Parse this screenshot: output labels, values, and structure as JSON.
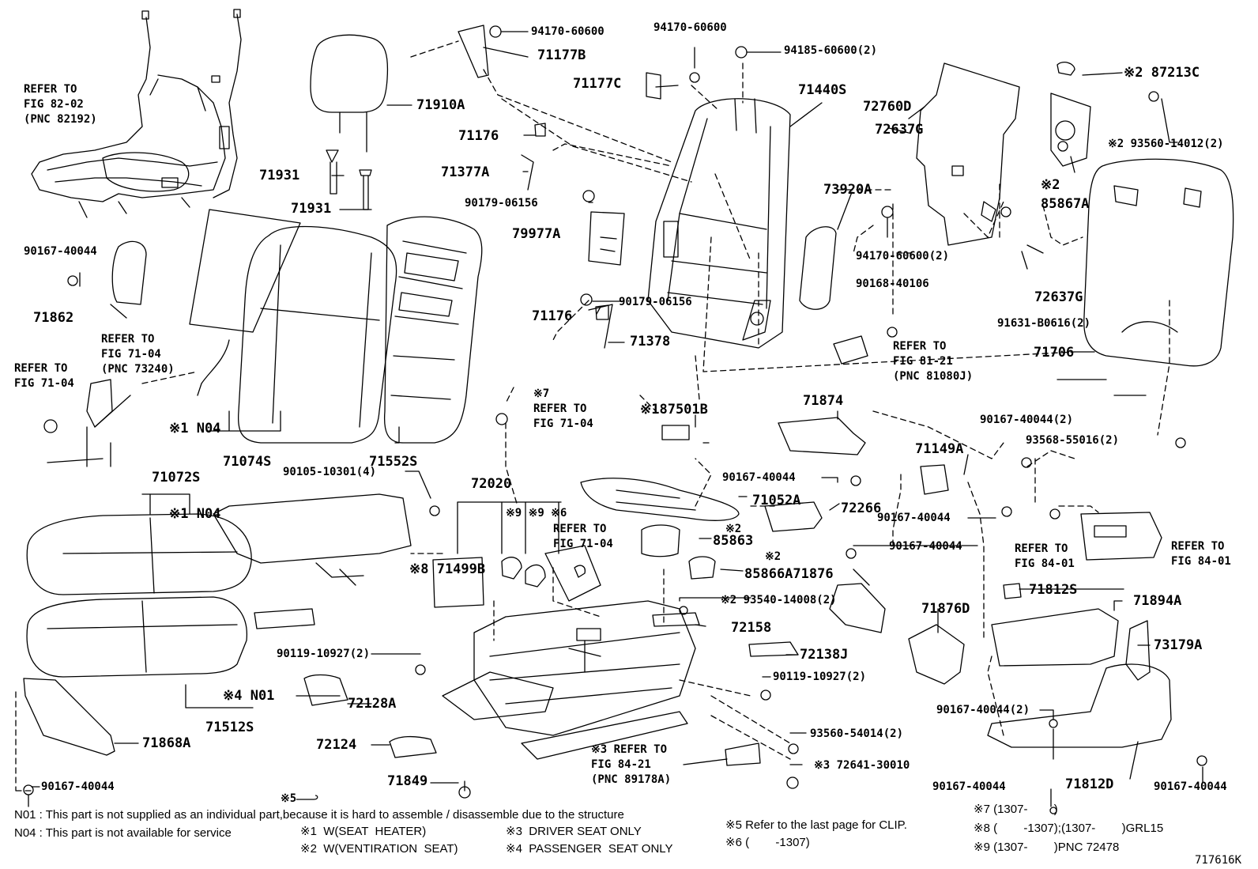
{
  "parts": {
    "p94170_60600_a": "94170-60600",
    "p71177B": "71177B",
    "p94170_60600_b": "94170-60600",
    "p94185_60600": "94185-60600(2)",
    "p71177C": "71177C",
    "p71440S": "71440S",
    "p72760D": "72760D",
    "p87213C": "※2 87213C",
    "p71910A": "71910A",
    "p71176_a": "71176",
    "p72637G_a": "72637G",
    "p93560_14012": "※2 93560-14012(2)",
    "p71931_a": "71931",
    "p71377A": "71377A",
    "p71931_b": "71931",
    "p90179_06156_a": "90179-06156",
    "p73920A": "73920A",
    "p85867A_mark": "※2",
    "p85867A": "85867A",
    "p79977A": "79977A",
    "p94170_60600_c": "94170-60600(2)",
    "p90167_40044_a": "90167-40044",
    "p90168_40106": "90168-40106",
    "p72637G_b": "72637G",
    "p91631_B0616": "91631-B0616(2)",
    "p71862": "71862",
    "p90179_06156_b": "90179-06156",
    "p71176_b": "71176",
    "p71378": "71378",
    "p71706": "71706",
    "pN04_a": "※1 N04",
    "p71074S": "71074S",
    "p71552S": "71552S",
    "p87501B": "※187501B",
    "p71874": "71874",
    "p90167_40044_b": "90167-40044(2)",
    "p93568_55016": "93568-55016(2)",
    "p71072S": "71072S",
    "p90105_10301": "90105-10301(4)",
    "p72020": "72020",
    "p71149A": "71149A",
    "p90167_40044_c": "90167-40044",
    "pN04_b": "※1 N04",
    "p71052A": "71052A",
    "p72266": "72266",
    "p9_9_6": "※9 ※9 ※6",
    "p85863_mark": "※2",
    "p85863": "85863",
    "p90167_40044_d": "90167-40044",
    "p90167_40044_e": "90167-40044",
    "p71499B": "※8 71499B",
    "p85866A_mark": "※2",
    "p85866A": "85866A71876",
    "p93540_14008": "※2 93540-14008(2)",
    "p71812S": "71812S",
    "p71894A": "71894A",
    "p72158": "72158",
    "p71876D": "71876D",
    "p90119_10927_a": "90119-10927(2)",
    "p72138J": "72138J",
    "p73179A": "73179A",
    "p90119_10927_b": "90119-10927(2)",
    "pN01": "※4 N01",
    "p71512S": "71512S",
    "p72128A": "72128A",
    "p90167_40044_f": "90167-40044(2)",
    "p93560_54014": "93560-54014(2)",
    "p71868A": "71868A",
    "p72124": "72124",
    "p72641_30010": "※3 72641-30010",
    "p90167_40044_g": "90167-40044",
    "p71849": "71849",
    "p90167_40044_h": "90167-40044",
    "p71812D": "71812D",
    "p90167_40044_i": "90167-40044",
    "p5": "※5"
  },
  "refs": {
    "r1": [
      "REFER TO",
      "FIG 82-02",
      "(PNC 82192)"
    ],
    "r2": [
      "REFER TO",
      "FIG 71-04",
      "(PNC 73240)"
    ],
    "r3": [
      "REFER TO",
      "FIG 71-04"
    ],
    "r4": [
      "※7",
      "REFER TO",
      "FIG 71-04"
    ],
    "r5": [
      "REFER TO",
      "FIG 81-21",
      "(PNC 81080J)"
    ],
    "r6": [
      "REFER TO",
      "FIG 71-04"
    ],
    "r7": [
      "REFER TO",
      "FIG 84-01"
    ],
    "r8": [
      "REFER TO",
      "FIG 84-01"
    ],
    "r9": [
      "※3 REFER TO",
      "FIG 84-21",
      "(PNC 89178A)"
    ]
  },
  "notes": {
    "n01": "N01 : This part is not supplied as an individual part,because it is hard to assemble / disassemble due to the structure",
    "n04": "N04 : This part is not available for service",
    "m1": "※1  W(SEAT  HEATER)",
    "m2": "※2  W(VENTIRATION  SEAT)",
    "m3": "※3  DRIVER SEAT ONLY",
    "m4": "※4  PASSENGER  SEAT ONLY",
    "m5": "※5 Refer to the last page for CLIP.",
    "m6": "※6 (        -1307)",
    "m7": "※7 (1307-        )",
    "m8": "※8 (        -1307);(1307-        )GRL15",
    "m9": "※9 (1307-        )PNC 72478",
    "fig": "717616K"
  }
}
